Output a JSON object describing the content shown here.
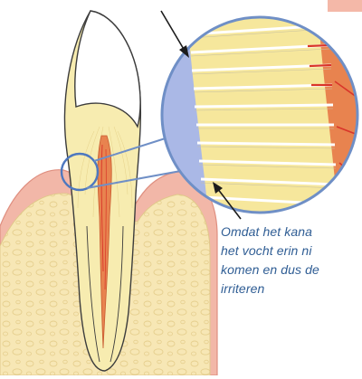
{
  "caption": {
    "lines": [
      "Omdat het kana",
      "het vocht erin ni",
      "komen en dus de",
      "irriteren"
    ]
  },
  "colors": {
    "caption_text": "#2f5d94",
    "enamel": "#ffffff",
    "dentin": "#f7ecb0",
    "dentin_tubule_yellow": "#f6e79c",
    "pulp": "#e8834f",
    "pulp_red": "#d9352a",
    "gum": "#f2b7a8",
    "gum_edge": "#df8f80",
    "bone": "#f7e7b5",
    "zoom_ring": "#6f8fc6",
    "zoom_fill": "#aab8e6",
    "outline": "#3c3c3c",
    "tab_marker": "#f4b8a8"
  },
  "icons": [
    "arrow-pointer-icon",
    "zoom-lens-icon"
  ]
}
